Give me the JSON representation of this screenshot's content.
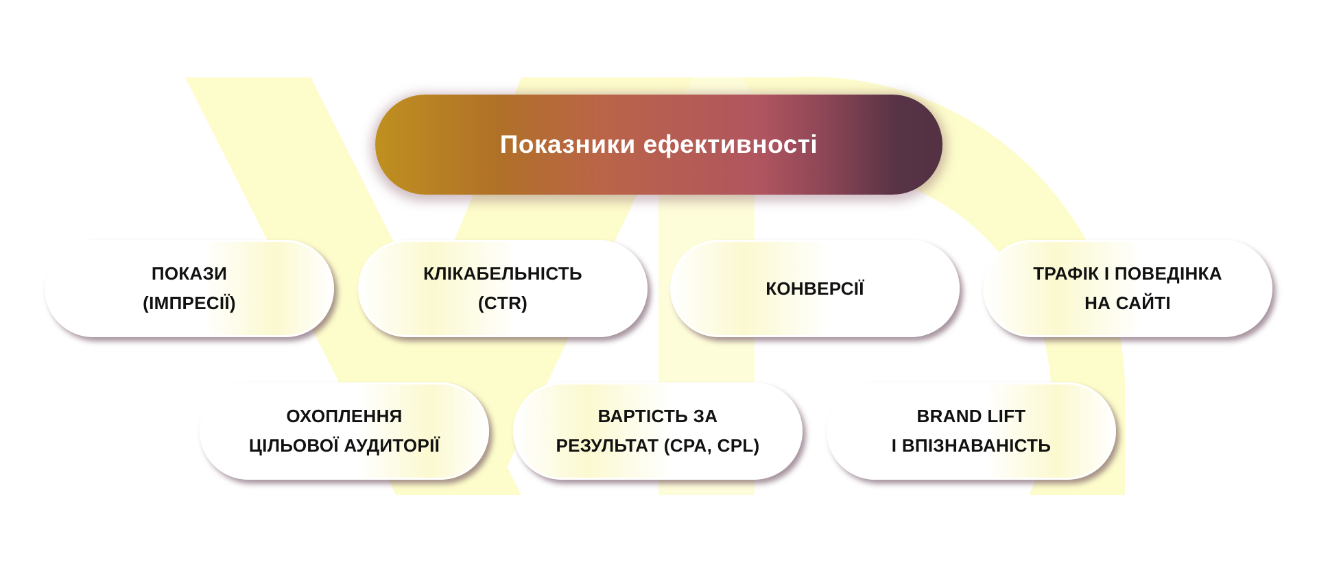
{
  "title": "Показники ефективності",
  "colors": {
    "watermark": "#fdfccb",
    "title_gradient_start": "#bf9020",
    "title_gradient_end": "#533244"
  },
  "metrics_row1": [
    {
      "label": "ПОКАЗИ\n(ІМПРЕСІЇ)"
    },
    {
      "label": "КЛІКАБЕЛЬНІСТЬ\n(CTR)"
    },
    {
      "label": "КОНВЕРСІЇ"
    },
    {
      "label": "ТРАФІК І ПОВЕДІНКА\nНА САЙТІ"
    }
  ],
  "metrics_row2": [
    {
      "label": "ОХОПЛЕННЯ\nЦІЛЬОВОЇ АУДИТОРІЇ"
    },
    {
      "label": "ВАРТІСТЬ ЗА\nРЕЗУЛЬТАТ (CPA, CPL)"
    },
    {
      "label": "BRAND LIFT\nІ ВПІЗНАВАНІСТЬ"
    }
  ]
}
